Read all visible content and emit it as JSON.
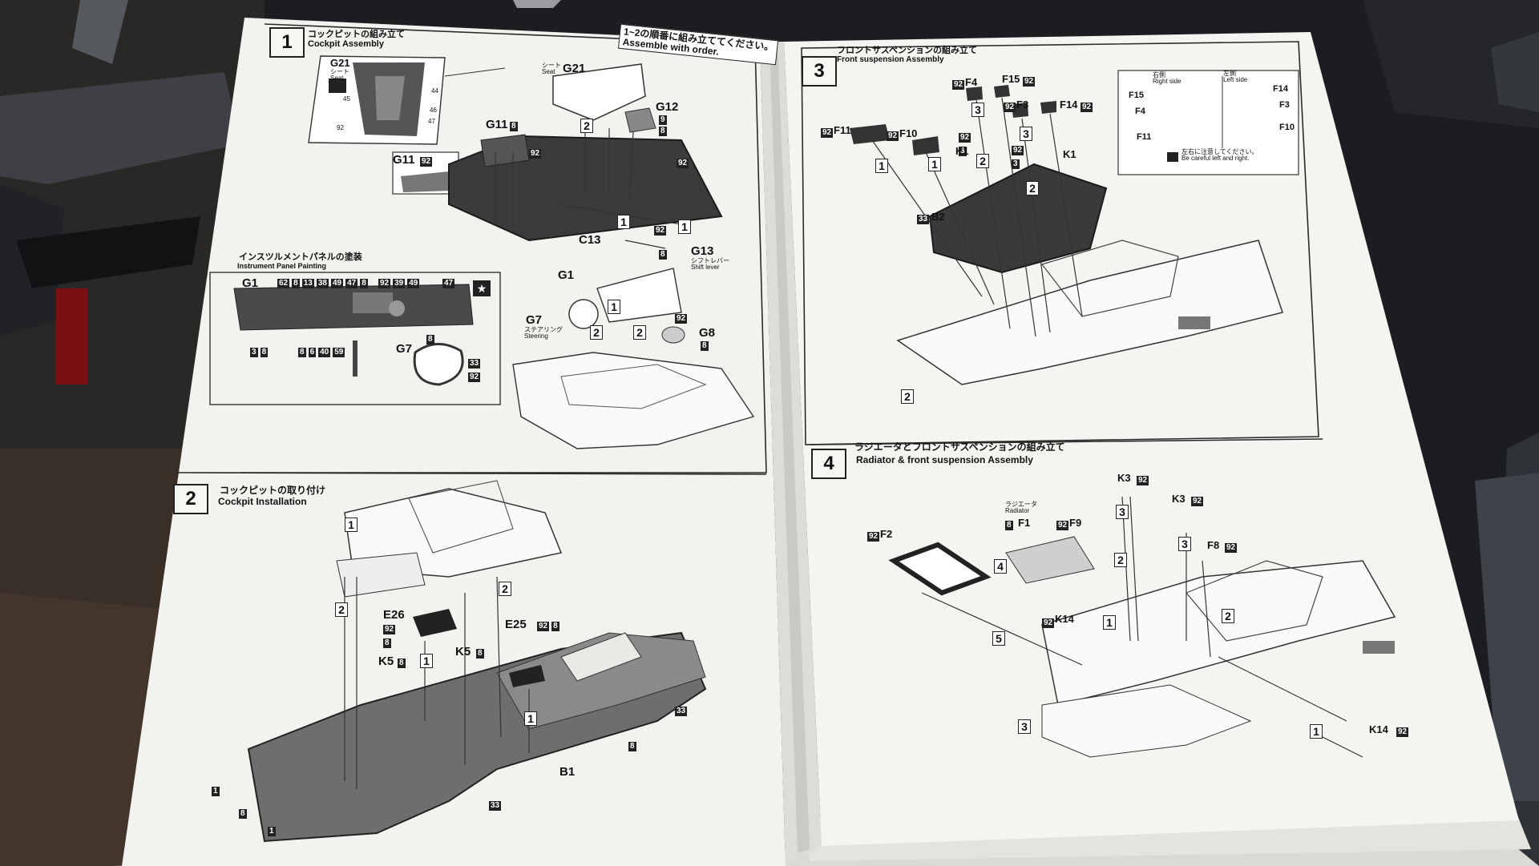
{
  "colors": {
    "background": "#1b1d20",
    "paper": "#f4f4f1",
    "ink": "#1e1e1e",
    "gray_part": "#6d6d6d"
  },
  "step1": {
    "number": "1",
    "title_jp": "コックピットの組み立て",
    "title_en": "Cockpit Assembly",
    "order_note": "1~2の順番に組み立ててください。",
    "order_note_en": "Assemble with order."
  },
  "step2": {
    "number": "2",
    "title_jp": "コックピットの取り付け",
    "title_en": "Cockpit Installation"
  },
  "step3": {
    "number": "3",
    "title_jp": "フロントサスペンションの組み立て",
    "title_en": "Front suspension Assembly"
  },
  "step4": {
    "number": "4",
    "title_jp": "ラジエータとフロントサスペンションの組み立て",
    "title_en": "Radiator & front suspension Assembly"
  },
  "instrument_panel": {
    "title_jp": "インスツルメントパネルの塗装",
    "title_en": "Instrument Panel Painting",
    "part": "G1",
    "steering_part": "G7"
  },
  "seat_detail": {
    "part": "G21",
    "jp": "シート",
    "en": "Seat",
    "codes": [
      "44",
      "46",
      "45",
      "47",
      "92"
    ]
  },
  "side_note": {
    "right_jp": "右側",
    "right_en": "Right side",
    "left_jp": "左側",
    "left_en": "Left side",
    "caution_jp": "左右に注意してください。",
    "caution_en": "Be careful left and right."
  },
  "labels": {
    "g21_seat": "G21",
    "seat_jp": "シート",
    "seat_en": "Seat",
    "g12": "G12",
    "g11a": "G11",
    "g11b": "G11",
    "c13": "C13",
    "g13": "G13",
    "shift_jp": "シフトレバー",
    "shift_en": "Shift lever",
    "g1": "G1",
    "g7": "G7",
    "steering_jp": "ステアリング",
    "steering_en": "Steering",
    "g8": "G8",
    "e26": "E26",
    "e25": "E25",
    "k5a": "K5",
    "k5b": "K5",
    "b1": "B1",
    "f4": "F4",
    "f15": "F15",
    "f3": "F3",
    "f14": "F14",
    "f11": "F11",
    "f10": "F10",
    "k1a": "K1",
    "k1b": "K1",
    "b2": "B2",
    "f15_side": "F15",
    "f4_side": "F4",
    "f11_side": "F11",
    "f14_side": "F14",
    "f3_side": "F3",
    "f10_side": "F10",
    "k3a": "K3",
    "k3b": "K3",
    "radiator_jp": "ラジエータ",
    "radiator_en": "Radiator",
    "f1": "F1",
    "f2": "F2",
    "f9": "F9",
    "f8": "F8",
    "k14a": "K14",
    "k14b": "K14"
  },
  "color_codes": {
    "c92": "92",
    "c8": "8",
    "c9": "9",
    "c33": "33",
    "c3": "3",
    "c6": "6",
    "c40": "40",
    "c59": "59",
    "c62": "62",
    "c13": "13",
    "c38": "38",
    "c49": "49",
    "c47": "47",
    "c39": "39"
  },
  "sequence_numbers": {
    "n1": "1",
    "n2": "2",
    "n3": "3",
    "n4": "4",
    "n5": "5"
  }
}
